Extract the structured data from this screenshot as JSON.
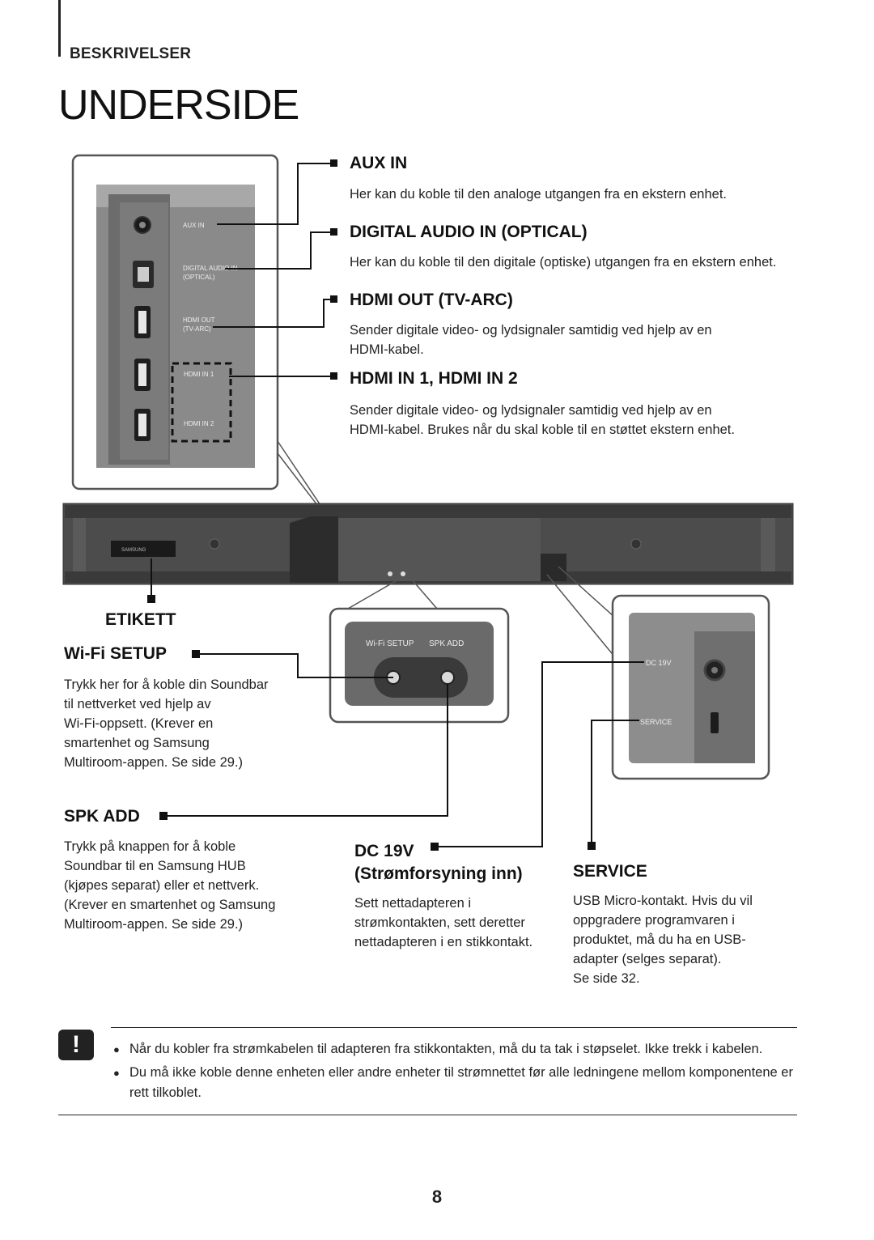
{
  "header": {
    "section": "BESKRIVELSER",
    "title": "UNDERSIDE"
  },
  "panel_labels": {
    "aux_in": "AUX IN",
    "digital_audio_in": "DIGITAL AUDIO IN",
    "optical": "(OPTICAL)",
    "hdmi_out": "HDMI OUT",
    "tv_arc": "(TV-ARC)",
    "hdmi_in_1": "HDMI IN 1",
    "hdmi_in_2": "HDMI IN 2",
    "wifi_setup": "Wi-Fi SETUP",
    "spk_add": "SPK ADD",
    "dc_19v": "DC 19V",
    "service": "SERVICE",
    "brand": "SAMSUNG"
  },
  "ports": [
    {
      "heading": "AUX IN",
      "desc": "Her kan du koble til den analoge utgangen fra en ekstern enhet."
    },
    {
      "heading": "DIGITAL AUDIO IN (OPTICAL)",
      "desc": "Her kan du koble til den digitale (optiske) utgangen fra en ekstern enhet."
    },
    {
      "heading": "HDMI OUT (TV-ARC)",
      "desc_1": "Sender digitale video- og lydsignaler samtidig ved hjelp av en",
      "desc_2": "HDMI-kabel."
    },
    {
      "heading": "HDMI IN 1, HDMI IN 2",
      "desc_1": "Sender digitale video- og lydsignaler samtidig ved hjelp av en",
      "desc_2": "HDMI-kabel. Brukes når du skal koble til en støttet ekstern enhet."
    }
  ],
  "etikett": {
    "heading": "ETIKETT"
  },
  "wifi": {
    "heading": "Wi-Fi SETUP",
    "lines": [
      "Trykk her for å koble din Soundbar",
      "til nettverket ved hjelp av",
      "Wi-Fi-oppsett. (Krever en",
      "smartenhet og Samsung",
      "Multiroom-appen. Se side 29.)"
    ]
  },
  "spk": {
    "heading": "SPK ADD",
    "lines": [
      "Trykk på knappen for å koble",
      "Soundbar til en Samsung HUB",
      "(kjøpes separat) eller et nettverk.",
      "(Krever en smartenhet og Samsung",
      "Multiroom-appen. Se side 29.)"
    ]
  },
  "dc": {
    "heading_1": "DC 19V",
    "heading_2": "(Strømforsyning inn)",
    "lines": [
      "Sett nettadapteren i",
      "strømkontakten, sett deretter",
      "nettadapteren i en stikkontakt."
    ]
  },
  "service": {
    "heading": "SERVICE",
    "lines": [
      "USB Micro-kontakt. Hvis du vil",
      "oppgradere programvaren i",
      "produktet, må du ha en USB-",
      "adapter (selges separat).",
      "Se side 32."
    ]
  },
  "note": {
    "icon": "!",
    "items": [
      "Når du kobler fra strømkabelen til adapteren fra stikkontakten, må du ta tak i støpselet. Ikke trekk i kabelen.",
      "Du må ikke koble denne enheten eller andre enheter til strømnettet før alle ledningene mellom komponentene er rett tilkoblet."
    ]
  },
  "page_number": "8"
}
